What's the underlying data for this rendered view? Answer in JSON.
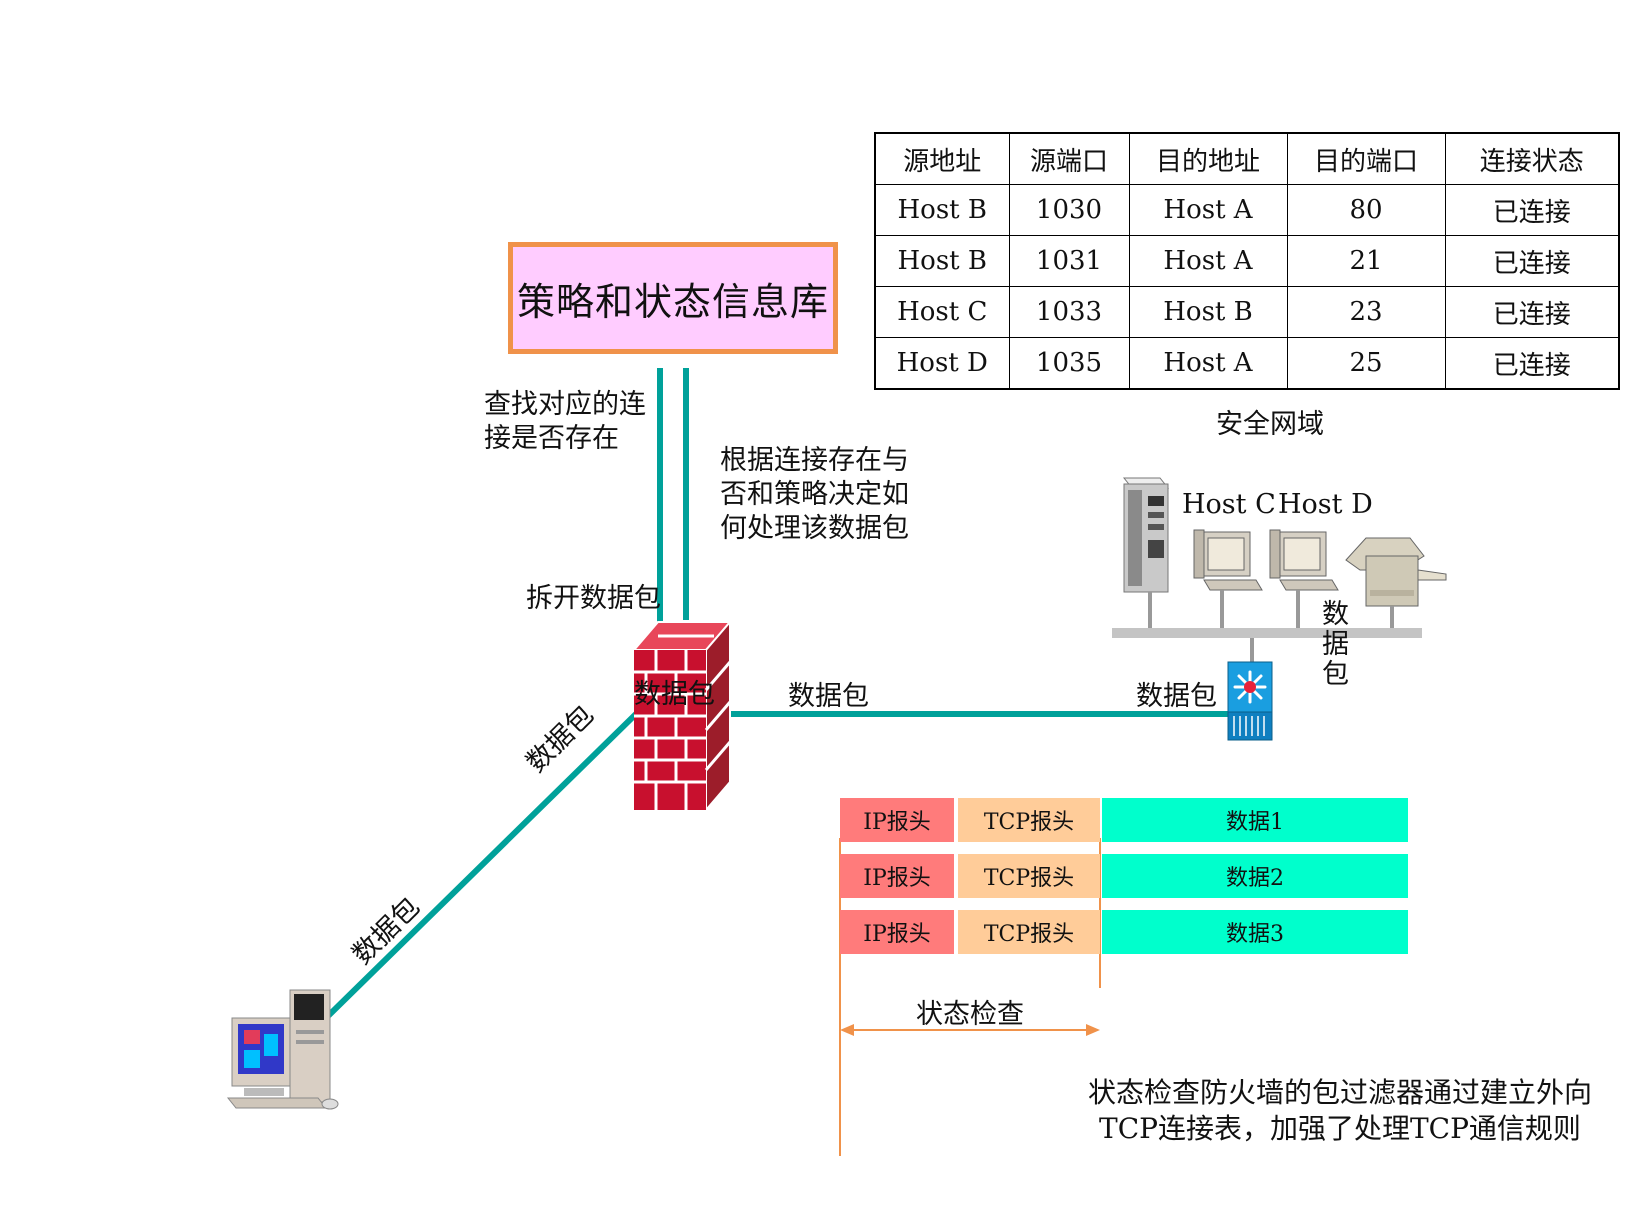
{
  "table": {
    "headers": [
      "源地址",
      "源端口",
      "目的地址",
      "目的端口",
      "连接状态"
    ],
    "rows": [
      [
        "Host B",
        "1030",
        "Host A",
        "80",
        "已连接"
      ],
      [
        "Host B",
        "1031",
        "Host A",
        "21",
        "已连接"
      ],
      [
        "Host C",
        "1033",
        "Host B",
        "23",
        "已连接"
      ],
      [
        "Host D",
        "1035",
        "Host A",
        "25",
        "已连接"
      ]
    ]
  },
  "policy_box": "策略和状态信息库",
  "labels": {
    "lookup_line1": "查找对应的连",
    "lookup_line2": "接是否存在",
    "decide_line1": "根据连接存在与",
    "decide_line2": "否和策略决定如",
    "decide_line3": "何处理该数据包",
    "unpack": "拆开数据包",
    "packet_fw": "数据包",
    "packet_mid": "数据包",
    "packet_switch": "数据包",
    "packet_diag_upper": "数据包",
    "packet_diag_lower": "数据包",
    "packet_vertical": [
      "数",
      "据",
      "包"
    ],
    "secure_zone": "安全网域",
    "host_c": "Host C",
    "host_d": "Host D",
    "stateful_check": "状态检查"
  },
  "packets": [
    {
      "ip": "IP报头",
      "tcp": "TCP报头",
      "data": "数据1"
    },
    {
      "ip": "IP报头",
      "tcp": "TCP报头",
      "data": "数据2"
    },
    {
      "ip": "IP报头",
      "tcp": "TCP报头",
      "data": "数据3"
    }
  ],
  "note": {
    "line1": "状态检查防火墙的包过滤器通过建立外向",
    "line2": "TCP连接表，加强了处理TCP通信规则"
  },
  "colors": {
    "link": "#00a19a",
    "policy_fill": "#ffccff",
    "policy_border": "#f0924a",
    "ip_header": "#ff7b7b",
    "tcp_header": "#ffcc99",
    "data": "#00ffcc",
    "bracket": "#f0924a"
  },
  "icons": [
    "firewall-icon",
    "workstation-icon",
    "server-icon",
    "monitor-icon",
    "printer-icon",
    "switch-icon"
  ]
}
